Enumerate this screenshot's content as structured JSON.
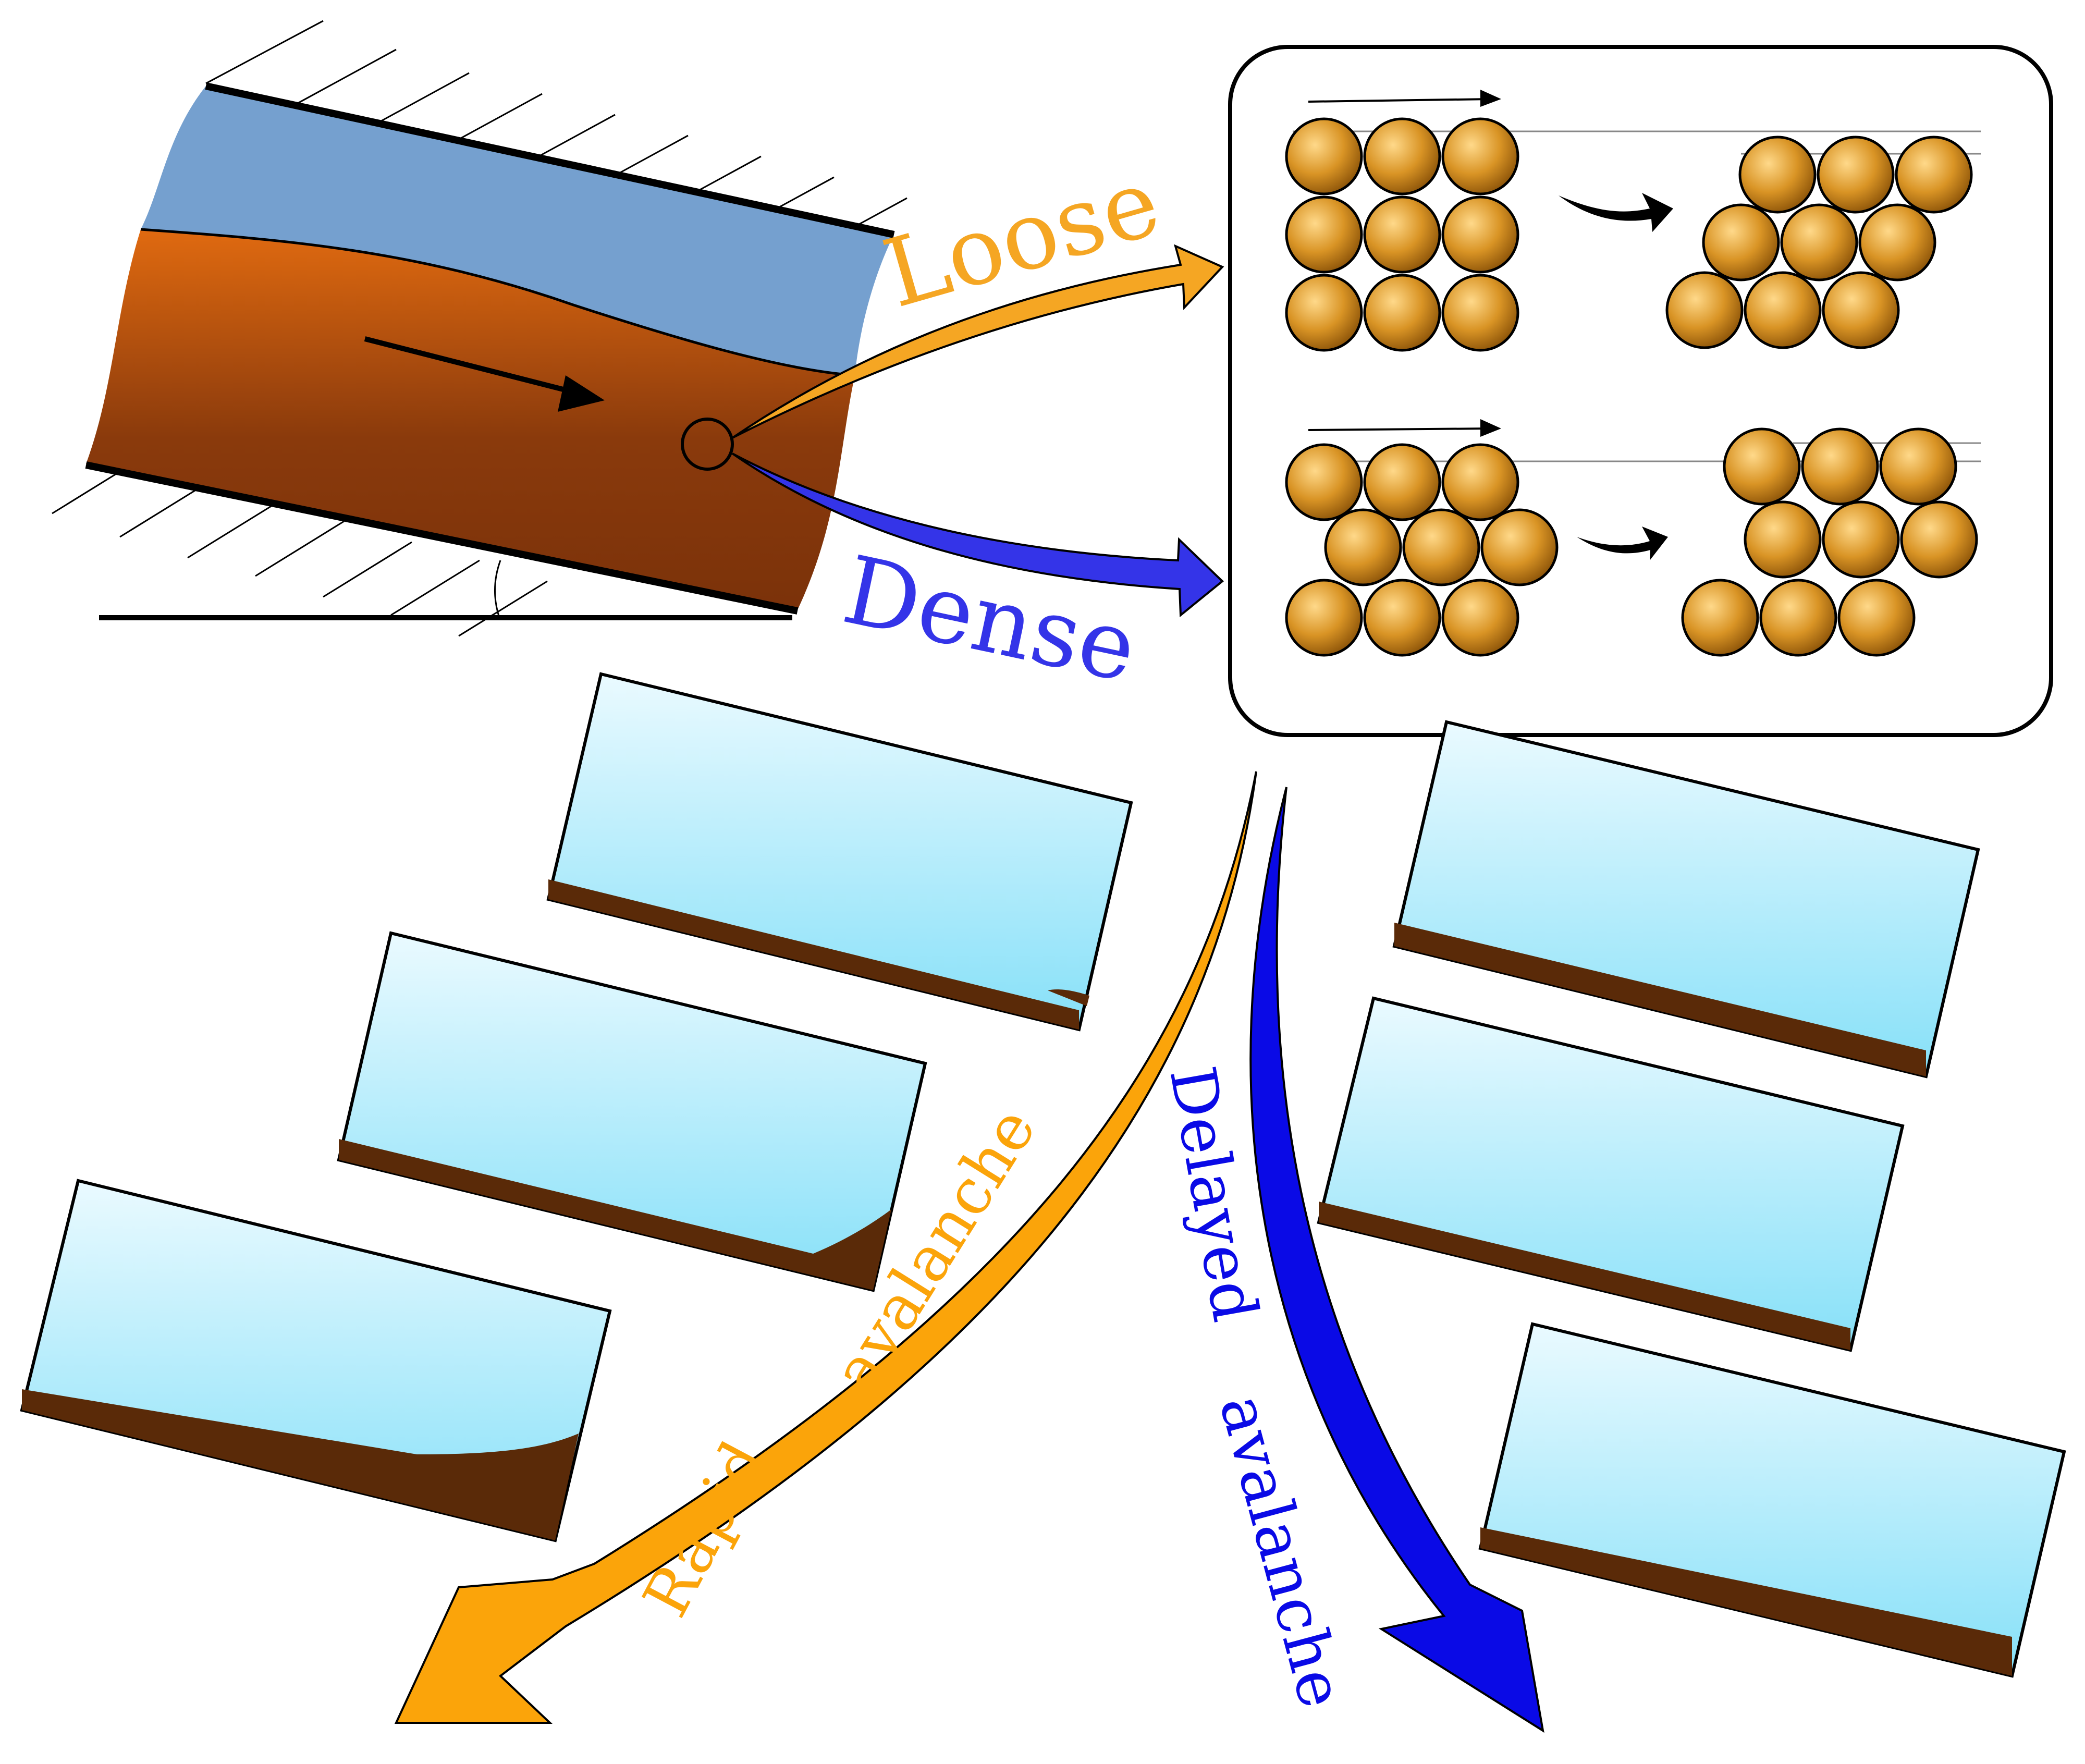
{
  "labels": {
    "loose": "Loose",
    "dense": "Dense",
    "rapid_word1": "Rapid",
    "rapid_word2": "avalanche",
    "delayed_word1": "Delayed",
    "delayed_word2": "avalanche"
  },
  "colors": {
    "water": "#75a0cf",
    "sediment_light": "#d9650f",
    "sediment_dark": "#7a300a",
    "loose": "#f5a623",
    "dense": "#3434e8",
    "rapid_arrow": "#fba40a",
    "delayed_arrow": "#0a0ae6",
    "grain": "#d08a1a",
    "panel_sky_top": "#eafaff",
    "panel_sky_bottom": "#86e0f8",
    "panel_soil": "#5a2a08"
  },
  "icons": {
    "flow_direction": "arrow-right-icon",
    "sample_point": "circle-icon",
    "rearrangement": "curved-arrow-icon"
  }
}
